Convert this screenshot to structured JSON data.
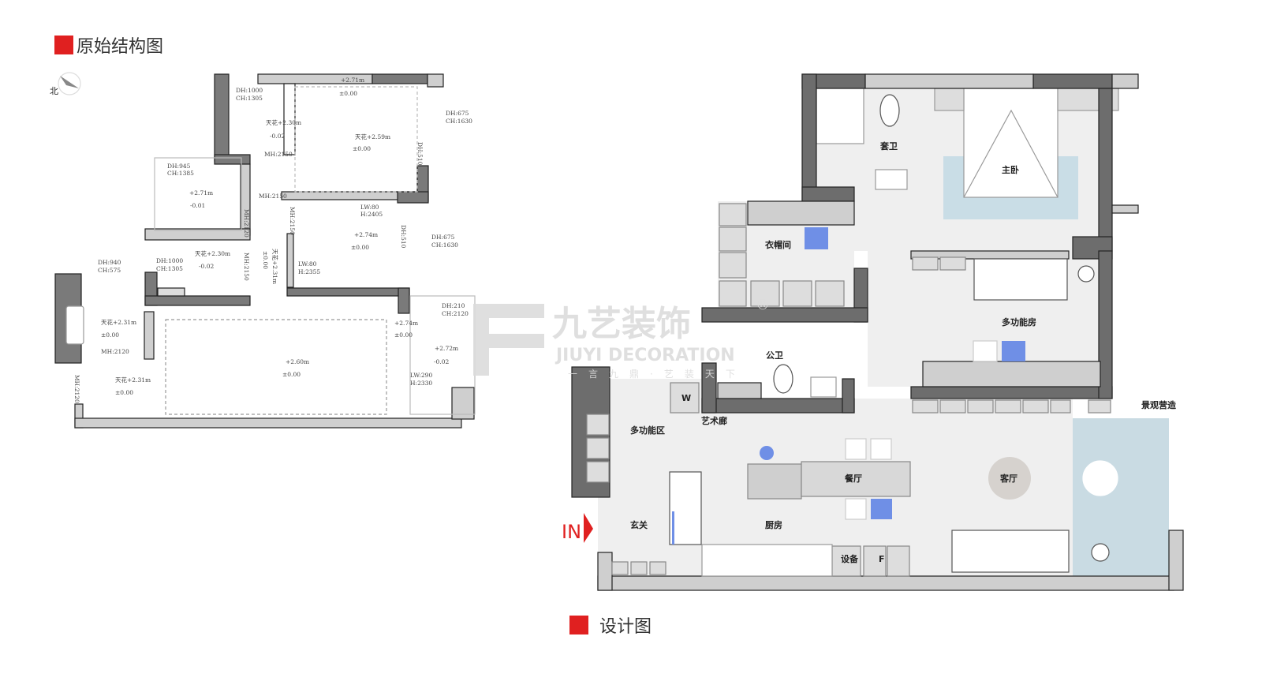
{
  "colors": {
    "accent": "#e02020",
    "wall_dark": "#6d6d6d",
    "wall_light": "#cfcfcf",
    "floor": "#efefef",
    "balcony": "#c9dbe3",
    "marker_blue": "#6f8fe6"
  },
  "original": {
    "title": "原始结构图",
    "north_label": "北",
    "annotations": [
      [
        "DH:1000",
        "CH:1305"
      ],
      [
        "天花+2.30m",
        "-0.02"
      ],
      [
        "MH:2150"
      ],
      [
        "+2.71m",
        "±0.00"
      ],
      [
        "天花+2.59m",
        "±0.00"
      ],
      [
        "DH:675",
        "CH:1630"
      ],
      [
        "DH:510"
      ],
      [
        "DH:945",
        "CH:1385"
      ],
      [
        "+2.71m",
        "-0.01"
      ],
      [
        "MH:2150"
      ],
      [
        "MH:2120"
      ],
      [
        "LW:80",
        "H:2405"
      ],
      [
        "+2.74m",
        "±0.00"
      ],
      [
        "DH:510"
      ],
      [
        "DH:675",
        "CH:1630"
      ],
      [
        "MH:2150"
      ],
      [
        "天花+2.31m",
        "±0.00"
      ],
      [
        "LW:80",
        "H:2355"
      ],
      [
        "DH:940",
        "CH:575"
      ],
      [
        "DH:1000",
        "CH:1305"
      ],
      [
        "天花+2.30m",
        "-0.02"
      ],
      [
        "MH:2150"
      ],
      [
        "天花+2.31m",
        "±0.00"
      ],
      [
        "MH:2120"
      ],
      [
        "+2.60m",
        "±0.00"
      ],
      [
        "+2.74m",
        "±0.00"
      ],
      [
        "DH:210",
        "CH:2120"
      ],
      [
        "+2.72m",
        "-0.02"
      ],
      [
        "LW:290",
        "H:2330"
      ],
      [
        "天花+2.31m",
        "±0.00"
      ],
      [
        "MH:2120"
      ]
    ]
  },
  "design": {
    "title": "设计图",
    "entry_label": "IN",
    "rooms": {
      "master_bath": "套卫",
      "master_bedroom": "主卧",
      "walk_in_closet": "衣帽间",
      "multi_room": "多功能房",
      "public_bath": "公卫",
      "art_corridor": "艺术廊",
      "multi_area": "多功能区",
      "dining": "餐厅",
      "living": "客厅",
      "foyer": "玄关",
      "kitchen": "厨房",
      "landscape": "景观营造"
    },
    "appliances": {
      "washer": "W",
      "equipment": "设备",
      "fridge": "F"
    }
  },
  "watermark": {
    "brand": "九艺装饰",
    "english": "JIUYI DECORATION",
    "slogan": "一言九鼎·艺装天下",
    "registered": "®"
  }
}
